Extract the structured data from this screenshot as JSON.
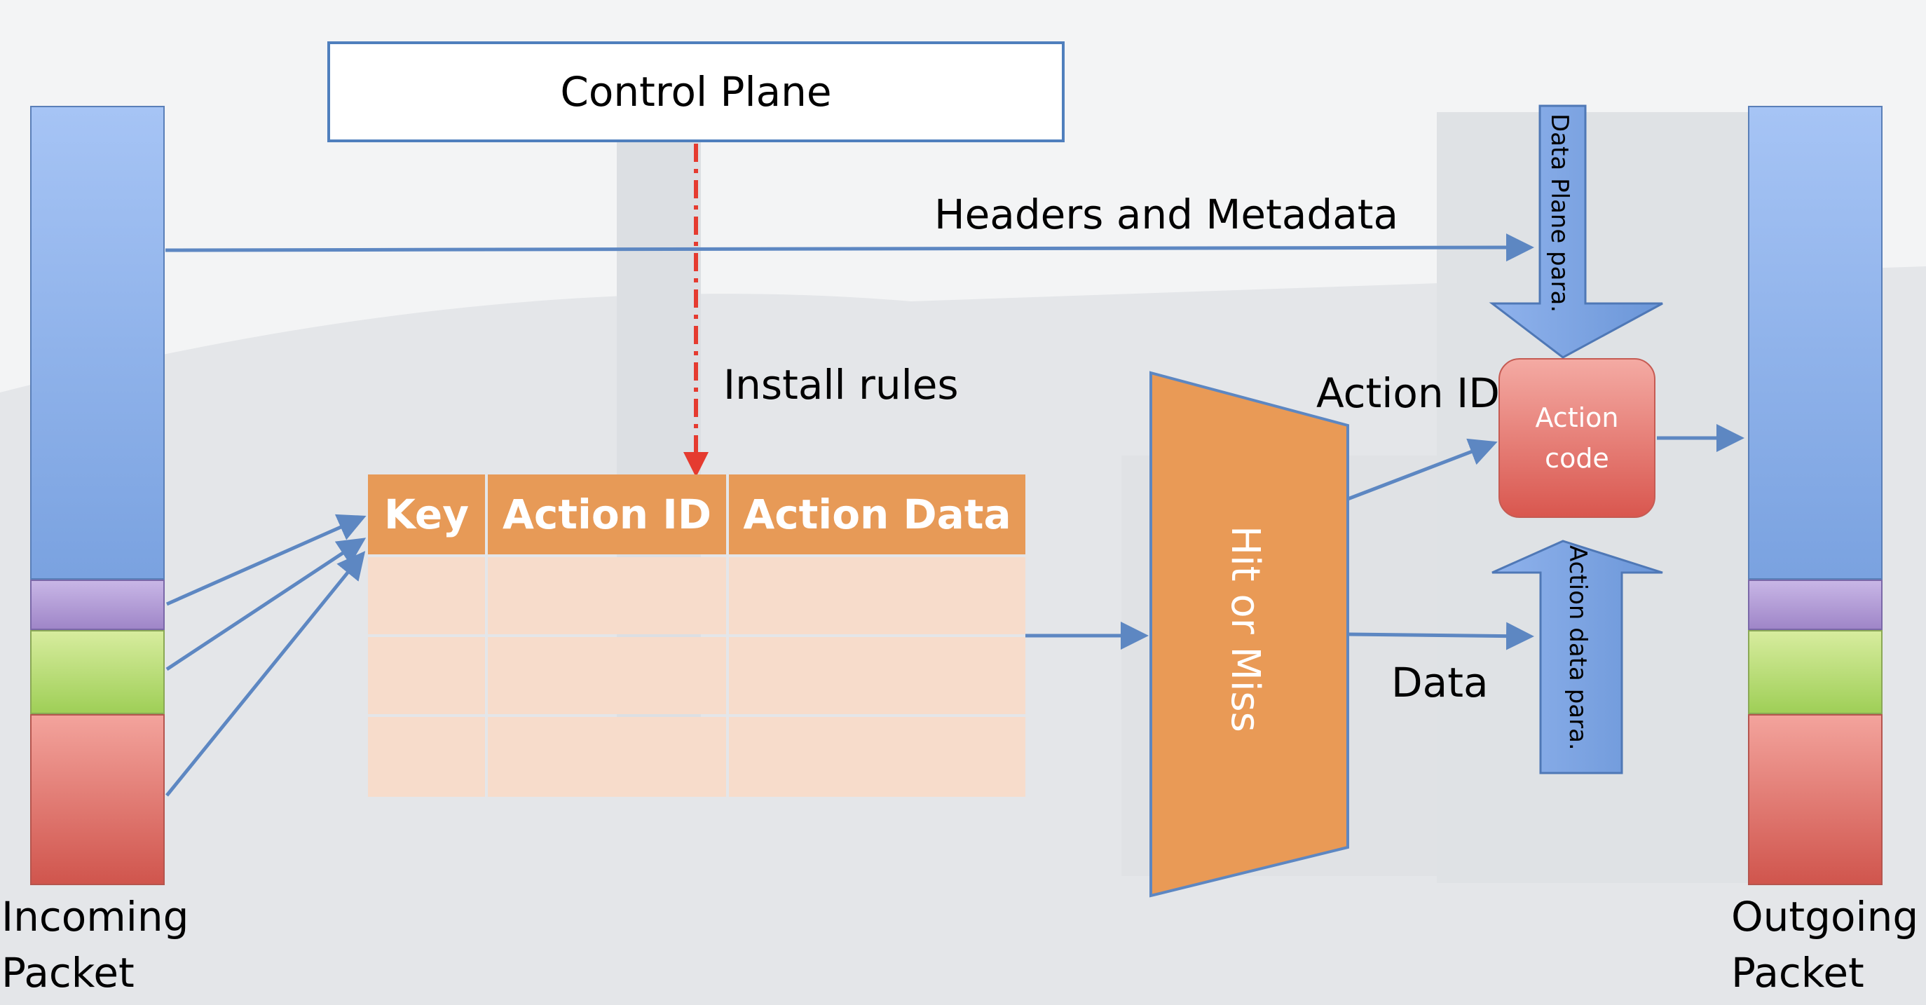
{
  "control_plane": "Control Plane",
  "headers_and_metadata": "Headers and Metadata",
  "install_rules": "Install rules",
  "table": {
    "columns": [
      "Key",
      "Action ID",
      "Action Data"
    ],
    "rows": [
      [
        "",
        "",
        ""
      ],
      [
        "",
        "",
        ""
      ],
      [
        "",
        "",
        ""
      ]
    ]
  },
  "hit_or_miss": "Hit or Miss",
  "action_id": "Action ID",
  "data": "Data",
  "action_code": [
    "Action",
    "code"
  ],
  "data_plane_para": "Data Plane para.",
  "action_data_para": "Action data para.",
  "incoming_packet": [
    "Incoming",
    "Packet"
  ],
  "outgoing_packet": [
    "Outgoing",
    "Packet"
  ],
  "colors": {
    "header_blue": "#a6c4f5",
    "metadata_purple": "#b9a6dc",
    "field_green": "#c3e27f",
    "field_red": "#e77b72",
    "table_header_orange": "#e79a57",
    "table_cell": "#f7dccb",
    "arrow_blue": "#5d87c2",
    "install_red": "#e53b30"
  }
}
